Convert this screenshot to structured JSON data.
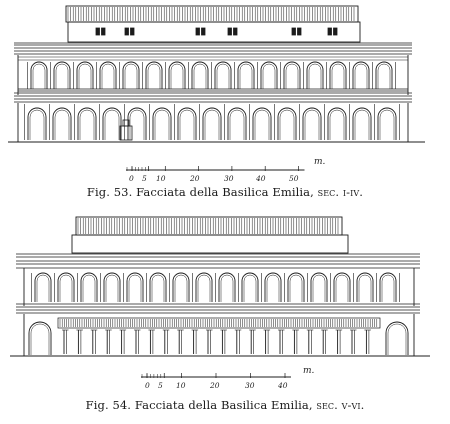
{
  "figures": [
    {
      "id": "fig53",
      "caption_prefix": "Fig. 53.",
      "caption_title": "Facciata della Basilica Emilia,",
      "caption_period": "sec. i-iv.",
      "scale_labels": [
        "0",
        "5",
        "10",
        "20",
        "30",
        "40",
        "50"
      ],
      "scale_unit": "m."
    },
    {
      "id": "fig54",
      "caption_prefix": "Fig. 54.",
      "caption_title": "Facciata della Basilica Emilia,",
      "caption_period": "sec. v-vi.",
      "scale_labels": [
        "0",
        "5",
        "10",
        "20",
        "30",
        "40"
      ],
      "scale_unit": "m."
    }
  ]
}
